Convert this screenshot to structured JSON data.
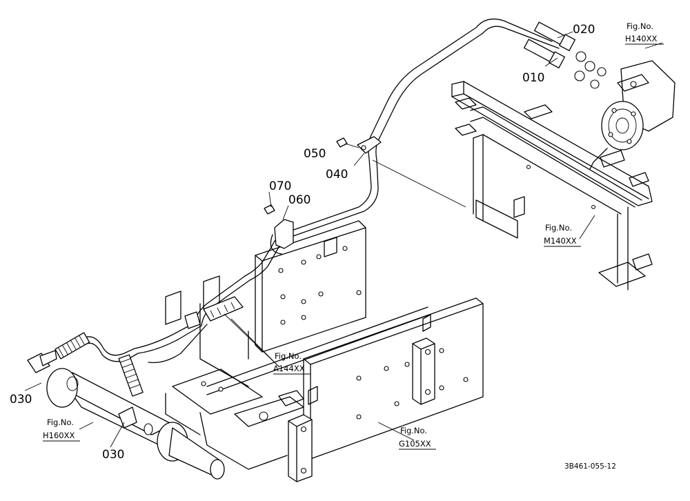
{
  "parts": {
    "p010": "010",
    "p020": "020",
    "p030a": "030",
    "p030b": "030",
    "p040": "040",
    "p050": "050",
    "p060": "060",
    "p070": "070"
  },
  "figures": {
    "h140": {
      "label": "Fig.No.",
      "code": "H140XX"
    },
    "m140": {
      "label": "Fig.No.",
      "code": "M140XX"
    },
    "a144": {
      "label": "Fig.No.",
      "code": "A144XX"
    },
    "g105": {
      "label": "Fig.No.",
      "code": "G105XX"
    },
    "h160": {
      "label": "Fig.No.",
      "code": "H160XX"
    }
  },
  "drawing_code": "3B461-055-12"
}
